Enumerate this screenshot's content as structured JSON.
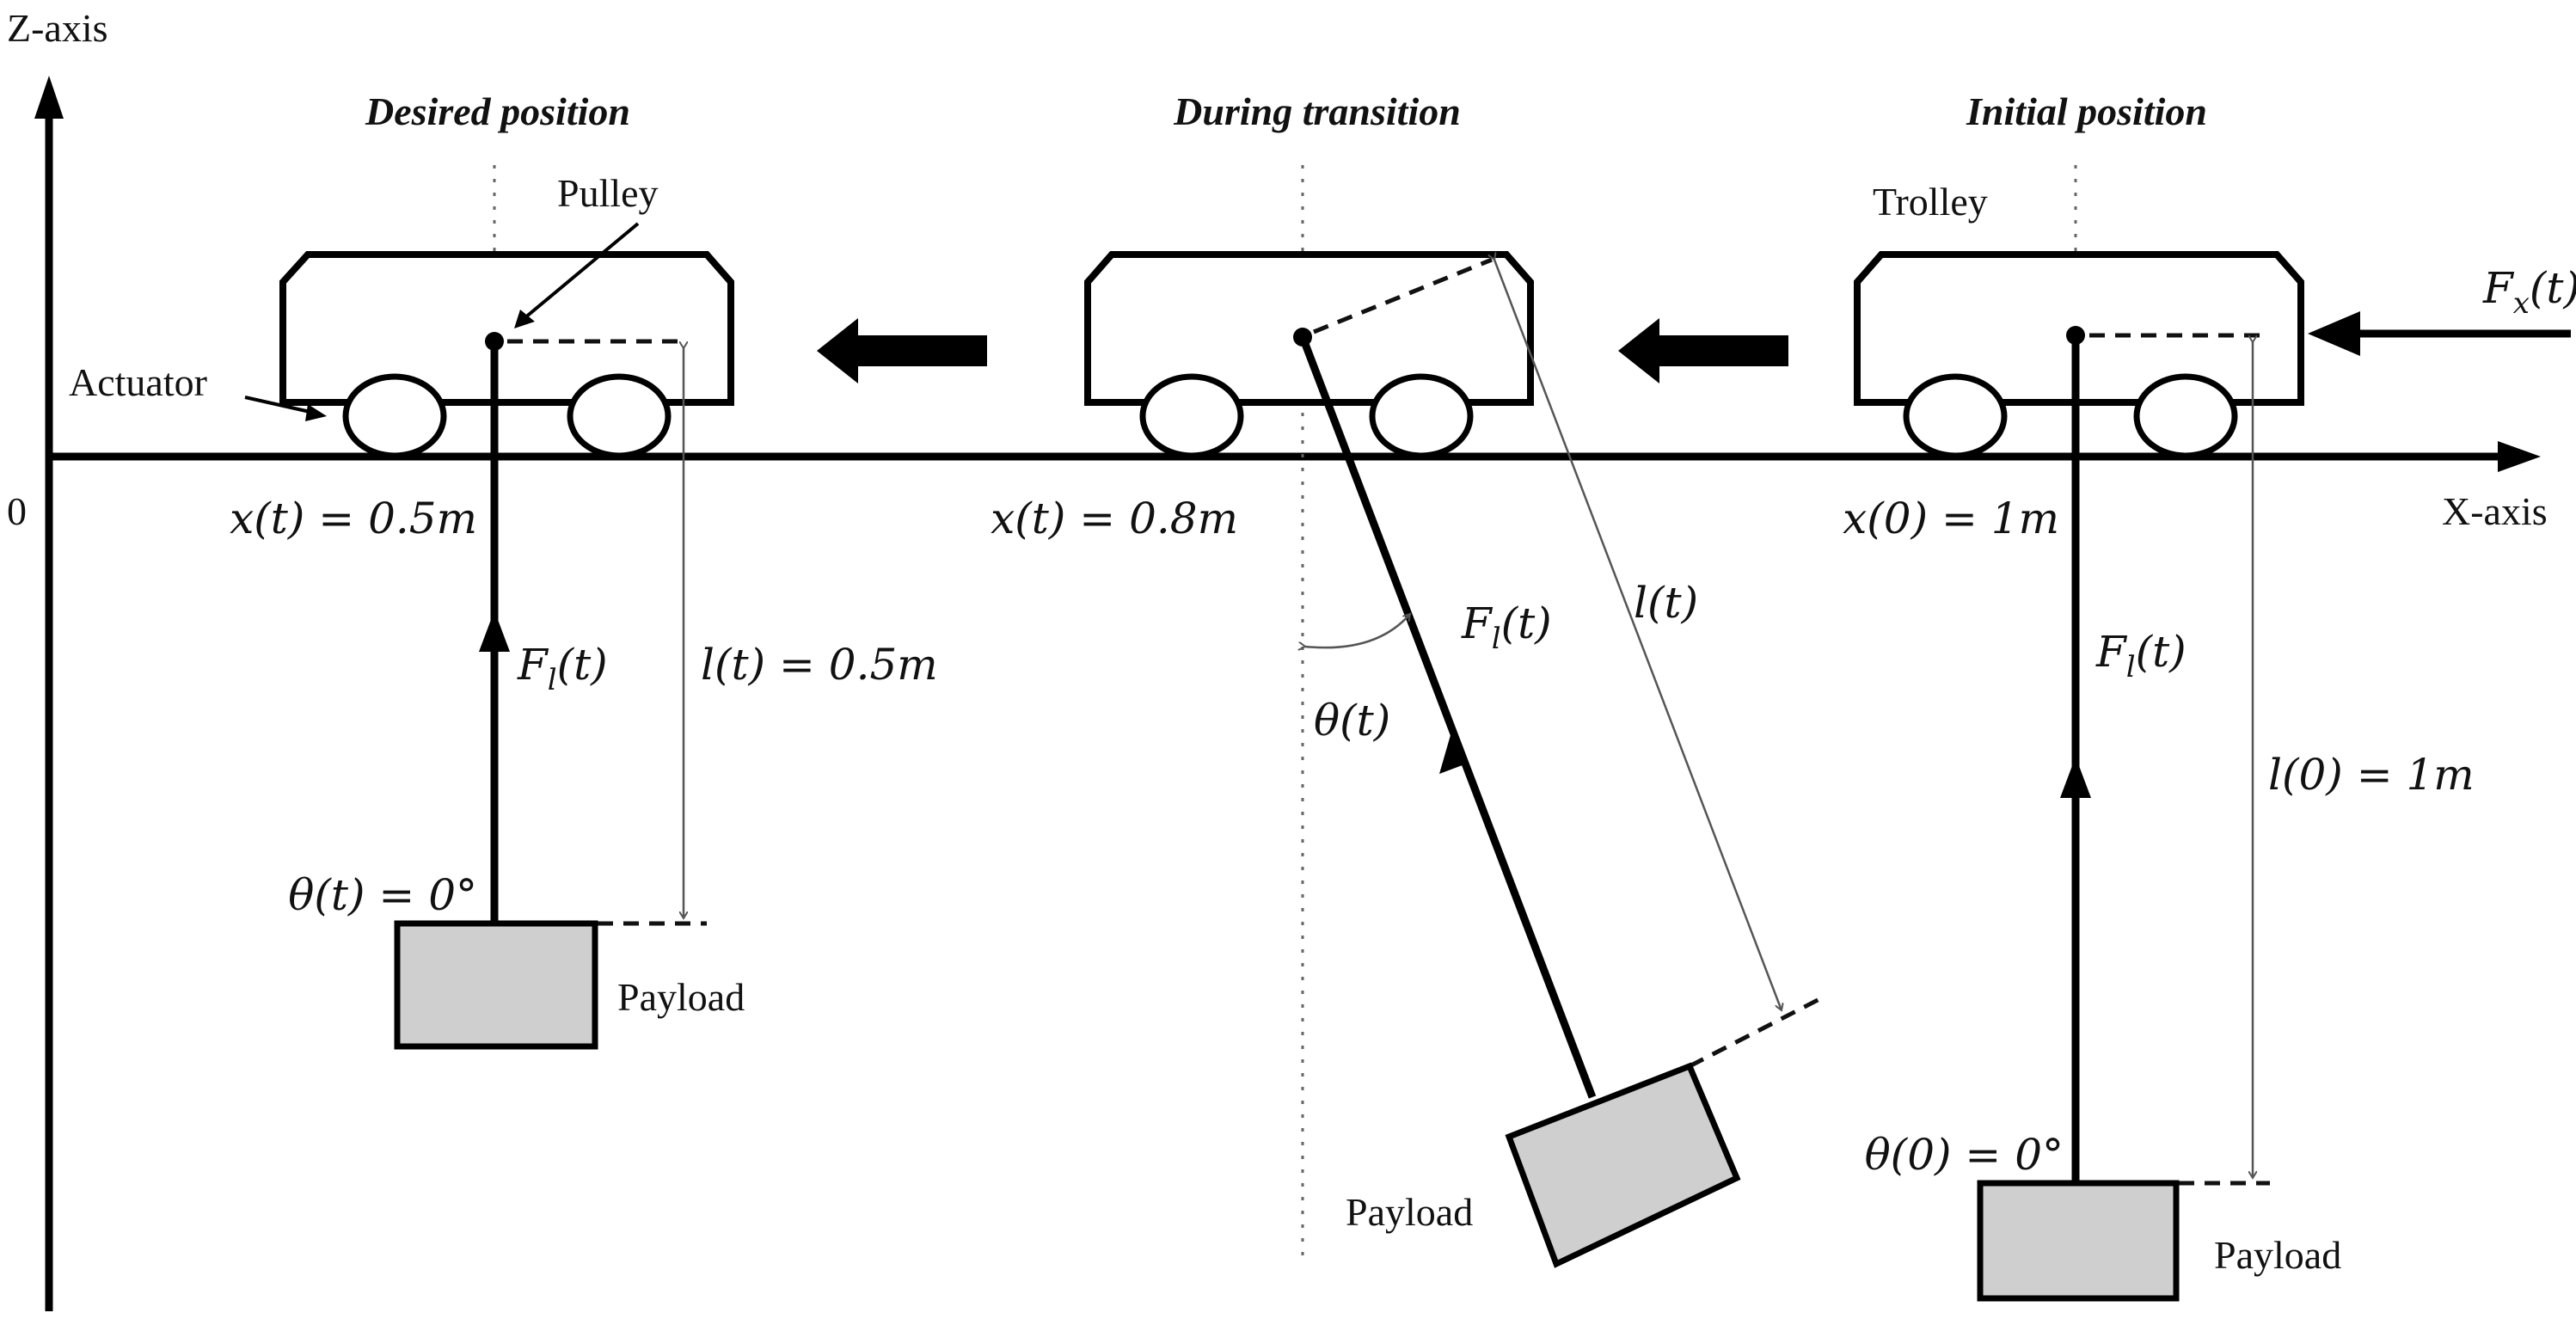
{
  "axes": {
    "z_label": "Z-axis",
    "x_label": "X-axis",
    "origin_label": "0"
  },
  "stages": [
    {
      "title": "Desired position",
      "position_label": "x(t) = 0.5m",
      "force_label": "F_l(t)",
      "length_label": "l(t) = 0.5m",
      "angle_label": "θ(t) = 0°",
      "payload_label": "Payload",
      "x_value_m": 0.5,
      "length_m": 0.5,
      "angle_deg": 0
    },
    {
      "title": "During transition",
      "position_label": "x(t) = 0.8m",
      "force_label": "F_l(t)",
      "length_label": "l(t)",
      "angle_label": "θ(t)",
      "payload_label": "Payload",
      "x_value_m": 0.8
    },
    {
      "title": "Initial position",
      "position_label": "x(0) = 1m",
      "force_label": "F_l(t)",
      "length_label": "l(0) = 1m",
      "angle_label": "θ(0) = 0°",
      "payload_label": "Payload",
      "x_value_m": 1,
      "length_m": 1,
      "angle_deg": 0
    }
  ],
  "annotations": {
    "pulley": "Pulley",
    "actuator": "Actuator",
    "trolley": "Trolley",
    "applied_force": "F_x(t)"
  },
  "labels_rendered": {
    "fl": "F",
    "fl_sub": "l",
    "fl_tail": "(t)",
    "fx": "F",
    "fx_sub": "x",
    "fx_tail": "(t)"
  }
}
